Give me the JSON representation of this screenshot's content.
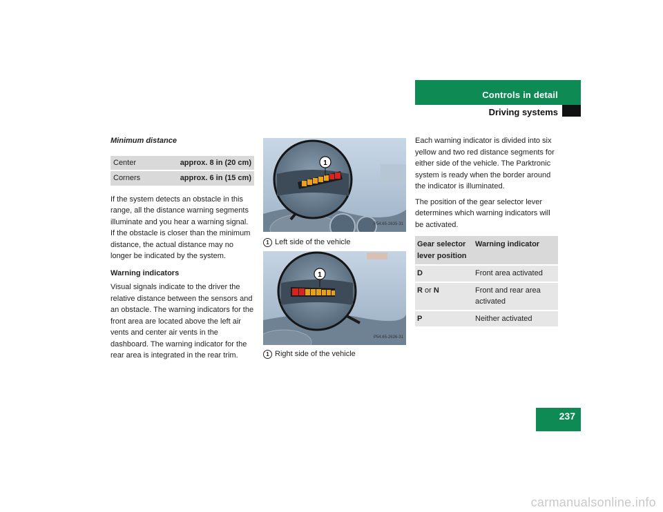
{
  "header": {
    "title": "Controls in detail",
    "subtitle": "Driving systems"
  },
  "page_number": "237",
  "col1": {
    "section_title": "Minimum distance",
    "distance_table": [
      {
        "label": "Center",
        "value": "approx. 8 in (20 cm)"
      },
      {
        "label": "Corners",
        "value": "approx. 6 in (15 cm)"
      }
    ],
    "paragraph1": "If the system detects an obstacle in this range, all the distance warning segments illuminate and you hear a warning signal. If the obstacle is closer than the minimum distance, the actual distance may no longer be indicated by the system.",
    "subheading": "Warning indicators",
    "paragraph2": "Visual signals indicate to the driver the relative distance between the sensors and an obstacle. The warning indicators for the front area are located above the left air vents and center air vents in the dashboard. The warning indicator for the rear area is integrated in the rear trim."
  },
  "figures": [
    {
      "callout": "1",
      "caption": "Left side of the vehicle",
      "code": "P54.65-2635-31"
    },
    {
      "callout": "1",
      "caption": "Right side of the vehicle",
      "code": "P54.65-2636-31"
    }
  ],
  "col3": {
    "paragraph1": "Each warning indicator is divided into six yellow and two red distance segments for either side of the vehicle. The Parktronic system is ready when the border around the indicator is illuminated.",
    "paragraph2": "The position of the gear selector lever determines which warning indicators will be activated.",
    "gear_table": {
      "headers": [
        "Gear selector lever position",
        "Warning indicator"
      ],
      "rows": [
        {
          "pos": "D",
          "pos_or": "",
          "pos2": "",
          "indicator": "Front area activated"
        },
        {
          "pos": "R",
          "pos_or": " or ",
          "pos2": "N",
          "indicator": "Front and rear area activated"
        },
        {
          "pos": "P",
          "pos_or": "",
          "pos2": "",
          "indicator": "Neither activated"
        }
      ]
    }
  },
  "watermark": "carmanualsonline.info",
  "colors": {
    "accent": "#0e8a55",
    "warning_yellow": "#e8a21a",
    "warning_red": "#d8231f"
  }
}
